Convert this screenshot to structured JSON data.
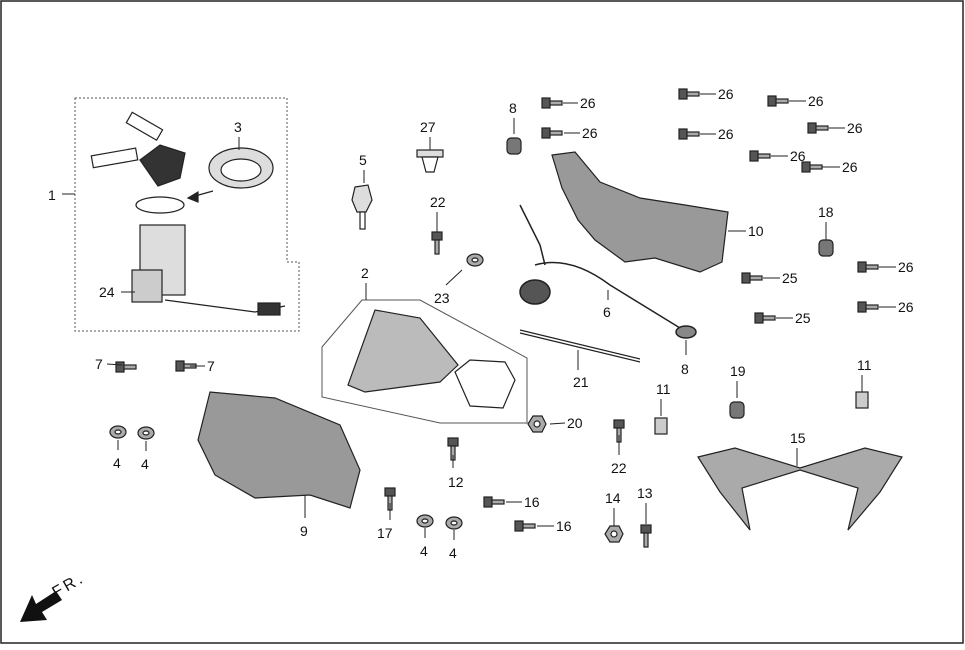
{
  "diagram": {
    "callouts": [
      {
        "id": "c1",
        "label": "1"
      },
      {
        "id": "c2",
        "label": "2"
      },
      {
        "id": "c3",
        "label": "3"
      },
      {
        "id": "c4a",
        "label": "4"
      },
      {
        "id": "c4b",
        "label": "4"
      },
      {
        "id": "c4c",
        "label": "4"
      },
      {
        "id": "c4d",
        "label": "4"
      },
      {
        "id": "c5",
        "label": "5"
      },
      {
        "id": "c6",
        "label": "6"
      },
      {
        "id": "c7a",
        "label": "7"
      },
      {
        "id": "c7b",
        "label": "7"
      },
      {
        "id": "c8a",
        "label": "8"
      },
      {
        "id": "c8b",
        "label": "8"
      },
      {
        "id": "c9",
        "label": "9"
      },
      {
        "id": "c10",
        "label": "10"
      },
      {
        "id": "c11a",
        "label": "11"
      },
      {
        "id": "c11b",
        "label": "11"
      },
      {
        "id": "c12",
        "label": "12"
      },
      {
        "id": "c13",
        "label": "13"
      },
      {
        "id": "c14",
        "label": "14"
      },
      {
        "id": "c15",
        "label": "15"
      },
      {
        "id": "c16a",
        "label": "16"
      },
      {
        "id": "c16b",
        "label": "16"
      },
      {
        "id": "c17",
        "label": "17"
      },
      {
        "id": "c18",
        "label": "18"
      },
      {
        "id": "c19",
        "label": "19"
      },
      {
        "id": "c20",
        "label": "20"
      },
      {
        "id": "c21",
        "label": "21"
      },
      {
        "id": "c22a",
        "label": "22"
      },
      {
        "id": "c22b",
        "label": "22"
      },
      {
        "id": "c23",
        "label": "23"
      },
      {
        "id": "c24",
        "label": "24"
      },
      {
        "id": "c25a",
        "label": "25"
      },
      {
        "id": "c25b",
        "label": "25"
      },
      {
        "id": "c26a",
        "label": "26"
      },
      {
        "id": "c26b",
        "label": "26"
      },
      {
        "id": "c26c",
        "label": "26"
      },
      {
        "id": "c26d",
        "label": "26"
      },
      {
        "id": "c26e",
        "label": "26"
      },
      {
        "id": "c26f",
        "label": "26"
      },
      {
        "id": "c26g",
        "label": "26"
      },
      {
        "id": "c26h",
        "label": "26"
      },
      {
        "id": "c26i",
        "label": "26"
      },
      {
        "id": "c26j",
        "label": "26"
      },
      {
        "id": "c27",
        "label": "27"
      }
    ],
    "front_indicator": "FR."
  }
}
